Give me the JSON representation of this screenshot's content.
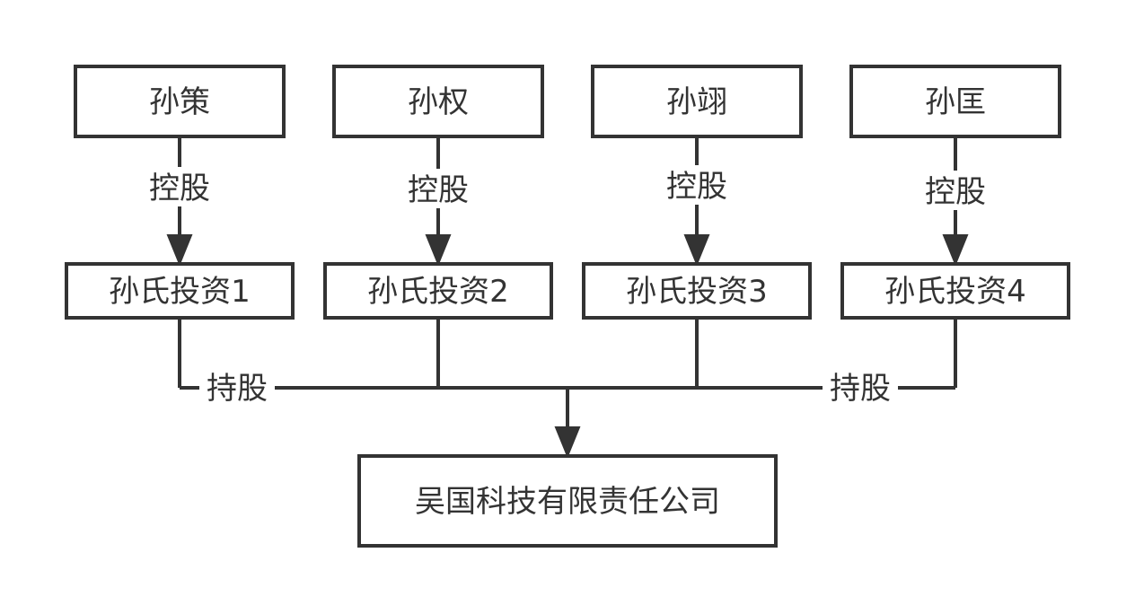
{
  "diagram": {
    "shareholders": [
      {
        "id": "p1",
        "label": "孙策"
      },
      {
        "id": "p2",
        "label": "孙权"
      },
      {
        "id": "p3",
        "label": "孙翊"
      },
      {
        "id": "p4",
        "label": "孙匡"
      }
    ],
    "holding_companies": [
      {
        "id": "h1",
        "label": "孙氏投资1"
      },
      {
        "id": "h2",
        "label": "孙氏投资2"
      },
      {
        "id": "h3",
        "label": "孙氏投资3"
      },
      {
        "id": "h4",
        "label": "孙氏投资4"
      }
    ],
    "target": {
      "id": "t",
      "label": "吴国科技有限责任公司"
    },
    "control_label": "控股",
    "hold_label": "持股",
    "colors": {
      "stroke": "#333333",
      "fill": "#ffffff",
      "text": "#333333"
    }
  }
}
